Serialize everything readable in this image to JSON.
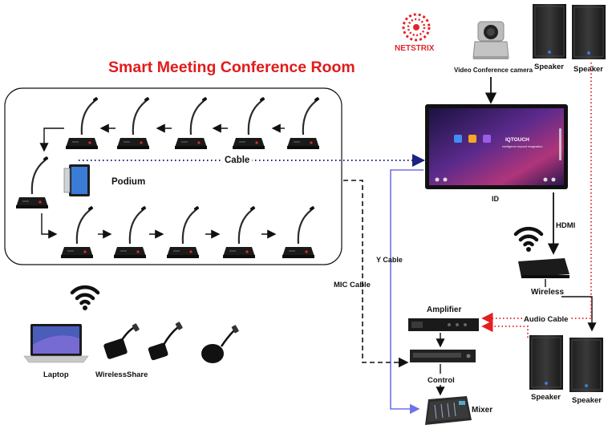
{
  "brand": {
    "name": "NETSTRIX",
    "color": "#e1262b"
  },
  "title": "Smart Meeting Conference  Room",
  "title_color": "#e11b1b",
  "labels": {
    "camera": "Video Conference camera",
    "speaker_tl": "Speaker",
    "speaker_tr": "Speaker",
    "speaker_bl": "Speaker",
    "speaker_br": "Speaker",
    "cable": "Cable",
    "podium": "Podium",
    "id": "ID",
    "hdmi": "HDMI",
    "wireless": "Wireless",
    "audio_cable": "Audio Cable",
    "amplifier": "Amplifier",
    "control": "Control",
    "mixer": "Mixer",
    "y_cable": "Y Cable",
    "mic_cable": "MIC Cable",
    "laptop": "Laptop",
    "wirelessshare": "WirelessShare"
  },
  "screen": {
    "brand": "IQTOUCH",
    "tagline": "Intelligence beyond imagination"
  },
  "colors": {
    "blue_line": "#6f72e8",
    "red_line": "#e32020",
    "navy_dots": "#1a237e"
  },
  "icons": {
    "wifi_top": "wifi-icon",
    "wifi_left": "wifi-icon",
    "mic": "gooseneck-microphone-icon"
  }
}
